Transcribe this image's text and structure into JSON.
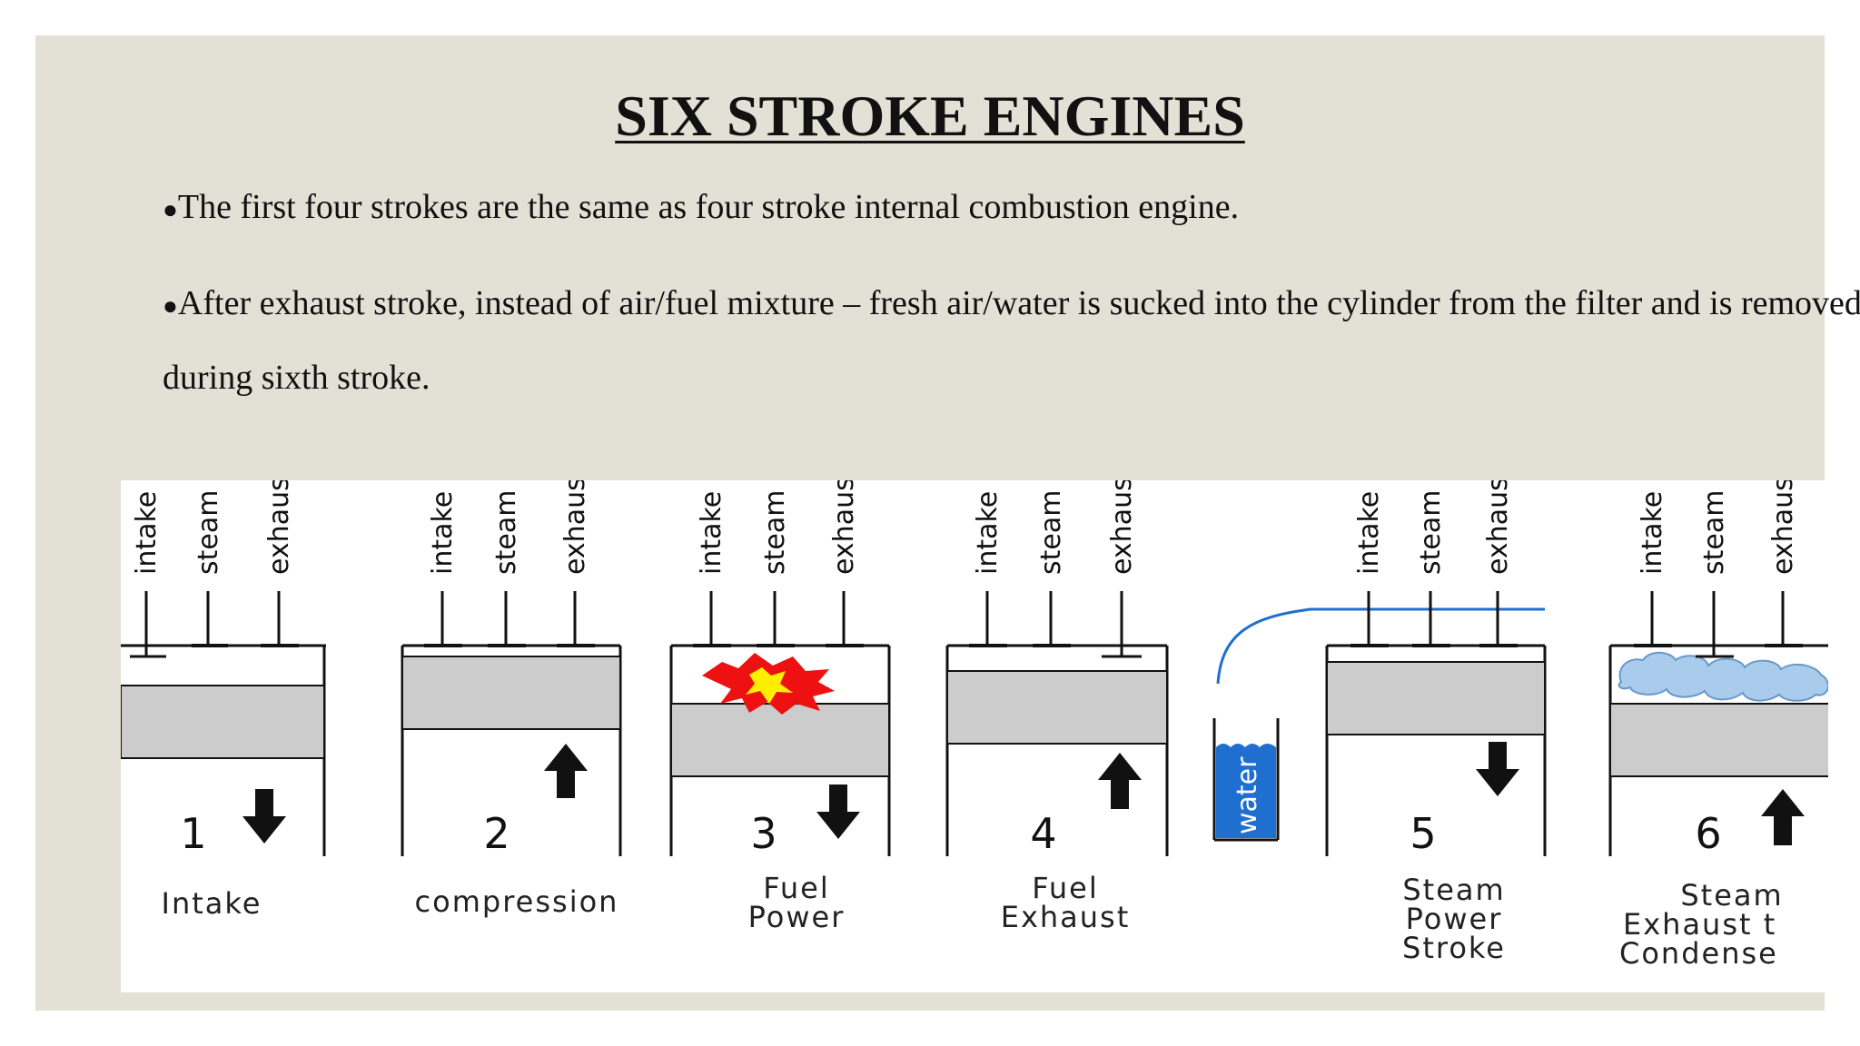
{
  "title": "SIX STROKE ENGINES",
  "bullets": [
    "The first four strokes are the same as four stroke internal combustion engine.",
    "After exhaust stroke, instead of air/fuel mixture – fresh air/water is sucked into the cylinder from the filter and is removed during sixth stroke."
  ],
  "valve_labels": [
    "intake",
    "steam",
    "exhaust"
  ],
  "water_label": "water",
  "strokes": [
    {
      "number": "1",
      "caption": [
        "Intake"
      ],
      "direction": "down"
    },
    {
      "number": "2",
      "caption": [
        "compression"
      ],
      "direction": "up"
    },
    {
      "number": "3",
      "caption": [
        "Fuel",
        "Power"
      ],
      "direction": "down"
    },
    {
      "number": "4",
      "caption": [
        "Fuel",
        "Exhaust"
      ],
      "direction": "up"
    },
    {
      "number": "5",
      "caption": [
        "Steam",
        "Power",
        "Stroke"
      ],
      "direction": "down"
    },
    {
      "number": "6",
      "caption": [
        "Steam",
        "Exhaust t",
        "Condense"
      ],
      "direction": "up"
    }
  ],
  "colors": {
    "slide_bg": "#e3e0d5",
    "piston": "#cccccc",
    "water": "#1e6fd0",
    "steam_cloud": "#a9ccec",
    "flame_outer": "#ee1111",
    "flame_inner": "#ffee00"
  }
}
